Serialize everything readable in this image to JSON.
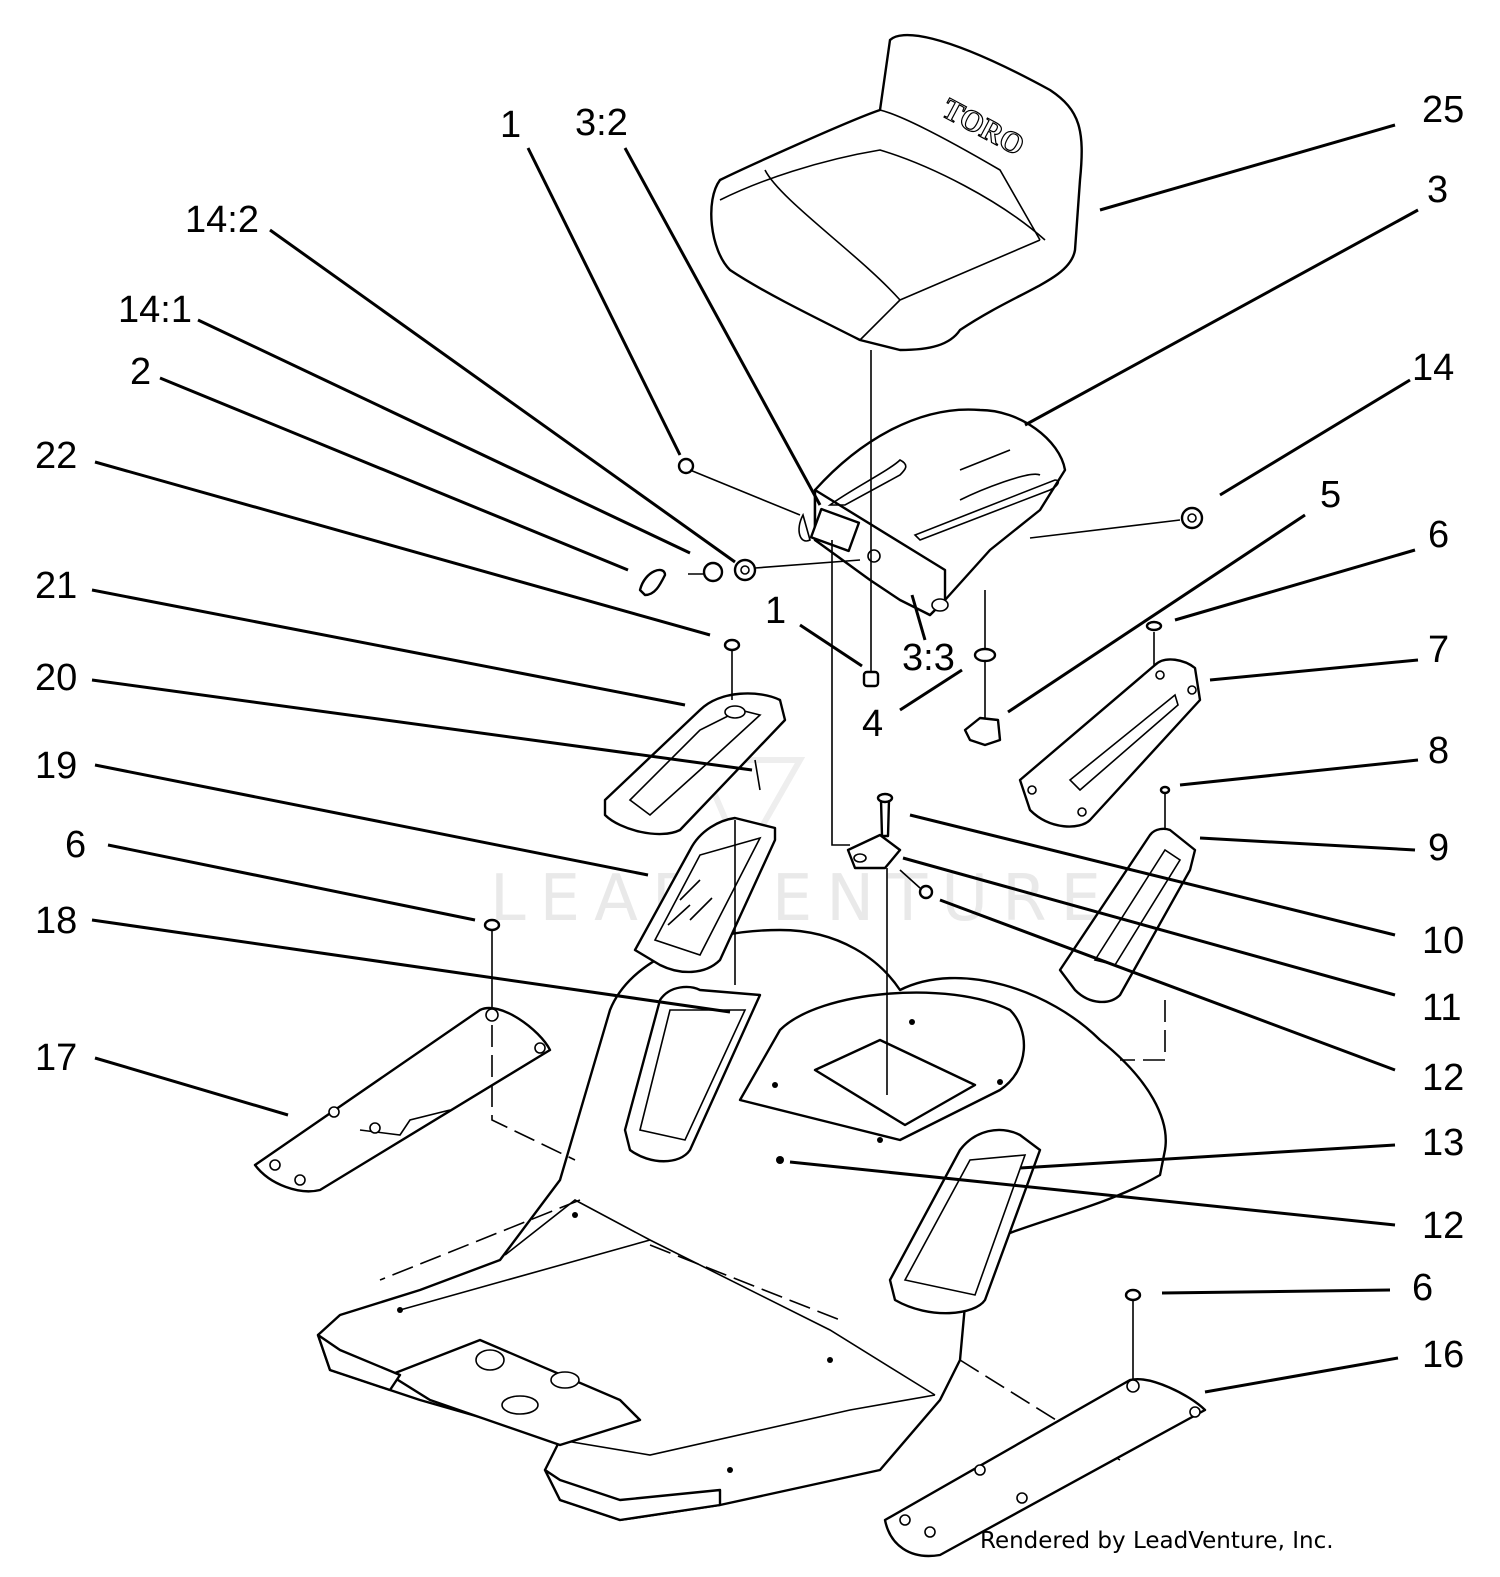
{
  "watermark": "LEADVENTURE",
  "seat_brand": "TORO",
  "footer": "Rendered by LeadVenture, Inc.",
  "callouts": [
    {
      "id": "25",
      "text": "25"
    },
    {
      "id": "3",
      "text": "3"
    },
    {
      "id": "3-2",
      "text": "3:2"
    },
    {
      "id": "1-top",
      "text": "1"
    },
    {
      "id": "14-2",
      "text": "14:2"
    },
    {
      "id": "14-1",
      "text": "14:1"
    },
    {
      "id": "2",
      "text": "2"
    },
    {
      "id": "22",
      "text": "22"
    },
    {
      "id": "14",
      "text": "14"
    },
    {
      "id": "5",
      "text": "5"
    },
    {
      "id": "6-right",
      "text": "6"
    },
    {
      "id": "7",
      "text": "7"
    },
    {
      "id": "8",
      "text": "8"
    },
    {
      "id": "9",
      "text": "9"
    },
    {
      "id": "10",
      "text": "10"
    },
    {
      "id": "11",
      "text": "11"
    },
    {
      "id": "12-upper",
      "text": "12"
    },
    {
      "id": "13",
      "text": "13"
    },
    {
      "id": "12-lower",
      "text": "12"
    },
    {
      "id": "6-lower-right",
      "text": "6"
    },
    {
      "id": "16",
      "text": "16"
    },
    {
      "id": "21",
      "text": "21"
    },
    {
      "id": "20",
      "text": "20"
    },
    {
      "id": "19",
      "text": "19"
    },
    {
      "id": "6-left",
      "text": "6"
    },
    {
      "id": "18",
      "text": "18"
    },
    {
      "id": "17",
      "text": "17"
    },
    {
      "id": "1-mid",
      "text": "1"
    },
    {
      "id": "3-3",
      "text": "3:3"
    },
    {
      "id": "4",
      "text": "4"
    }
  ]
}
